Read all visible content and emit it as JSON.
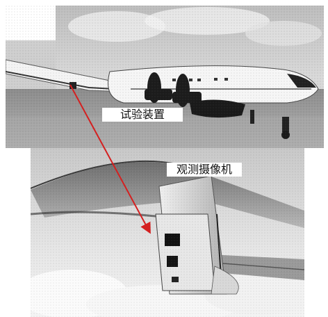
{
  "labels": {
    "test_device": "试验装置",
    "observation_camera": "观测摄像机"
  },
  "colors": {
    "arrow": "#d42020",
    "sky_light": "#e9e9e9",
    "sky_dark": "#9a9a9a",
    "fuselage": "#f2f2f2",
    "shadow": "#1a1a1a"
  },
  "icons": {
    "airplane": "airplane-image",
    "pod": "sensor-pod-image",
    "arrow": "pointer-arrow-icon"
  }
}
